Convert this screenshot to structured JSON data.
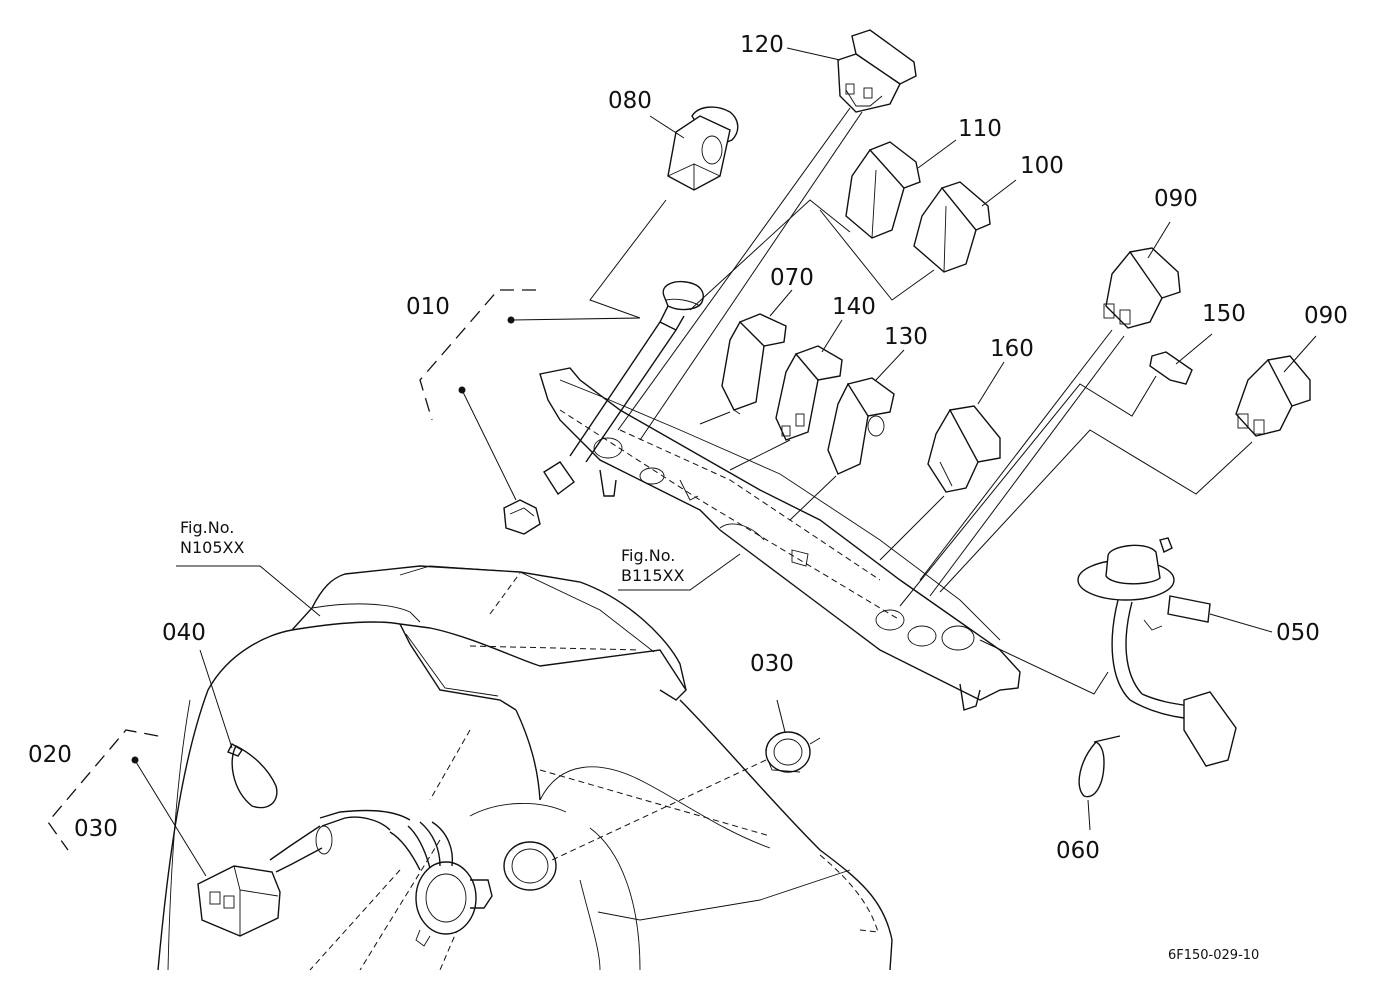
{
  "callouts": {
    "c120": "120",
    "c080": "080",
    "c110": "110",
    "c100": "100",
    "c090a": "090",
    "c010": "010",
    "c070": "070",
    "c140": "140",
    "c130": "130",
    "c150": "150",
    "c090b": "090",
    "c160": "160",
    "c050": "050",
    "c040": "040",
    "c030a": "030",
    "c020": "020",
    "c030b": "030",
    "c060": "060"
  },
  "figure_refs": {
    "n_line1": "Fig.No.",
    "n_line2": "N105XX",
    "b_line1": "Fig.No.",
    "b_line2": "B115XX"
  },
  "drawing_code": "6F150-029-10"
}
